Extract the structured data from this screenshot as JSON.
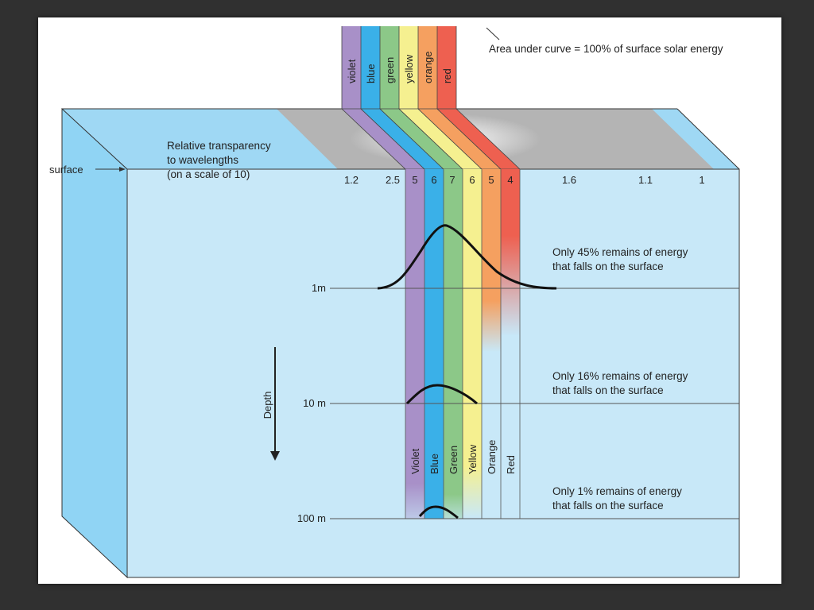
{
  "caption": "Area under curve = 100% of surface solar energy",
  "surface_label": "surface",
  "transparency_label": [
    "Relative transparency",
    "to wavelengths",
    "(on a scale of 10)"
  ],
  "transparency_values": [
    "1.2",
    "2.5",
    "5",
    "6",
    "7",
    "6",
    "5",
    "4",
    "1.6",
    "1.1",
    "1"
  ],
  "top_band_labels": [
    "violet",
    "blue",
    "green",
    "yellow",
    "orange",
    "red"
  ],
  "side_band_labels": [
    "Violet",
    "Blue",
    "Green",
    "Yellow",
    "Orange",
    "Red"
  ],
  "depth_axis_label": "Depth",
  "depth_levels": [
    {
      "label": "1m",
      "note": [
        "Only 45% remains of energy",
        "that falls on the surface"
      ],
      "remaining_percent": 45
    },
    {
      "label": "10 m",
      "note": [
        "Only 16% remains of energy",
        "that falls on the surface"
      ],
      "remaining_percent": 16
    },
    {
      "label": "100 m",
      "note": [
        "Only 1% remains of energy",
        "that falls on the surface"
      ],
      "remaining_percent": 1
    }
  ],
  "colors": {
    "violet": "#a890c8",
    "blue": "#3ab0e8",
    "green": "#8cc888",
    "yellow": "#f5f090",
    "orange": "#f5a060",
    "red": "#ee6050",
    "water": "#c8e8f8",
    "water_side": "#90d4f4",
    "surface_gray": "#b4b4b4"
  }
}
